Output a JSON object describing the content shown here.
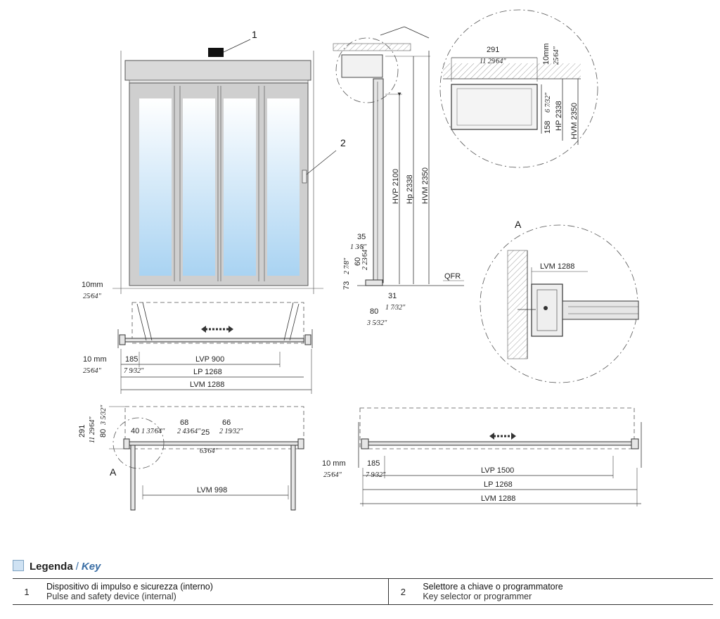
{
  "callouts": {
    "one": "1",
    "two": "2",
    "detail_a": "A"
  },
  "elevation": {
    "wall_gap": "10mm",
    "wall_gap_in": "25⁄64\""
  },
  "section": {
    "hvp": "HVP 2100",
    "hp": "Hp 2338",
    "hvm": "HVM 2350",
    "d35": "35",
    "d35_in": "1 3⁄8\"",
    "d60": "60",
    "d60_in": "2 23⁄64\"",
    "d73": "73",
    "d73_in": "2 7⁄8\"",
    "d31": "31",
    "d31_in": "1 7⁄32\"",
    "d80": "80",
    "d80_in": "3 5⁄32\"",
    "qfr": "QFR"
  },
  "detail_top": {
    "w291": "291",
    "w291_in": "11 29⁄64\"",
    "w10": "10mm",
    "w10_in": "25⁄64\"",
    "h158": "158",
    "h158_in": "6 7⁄32\"",
    "hp": "HP 2338",
    "hvm": "HVM 2350"
  },
  "detail_a": {
    "lvm": "LVM 1288"
  },
  "plan1": {
    "wall": "10 mm",
    "wall_in": "25⁄64\"",
    "d185": "185",
    "d185_in": "7 9⁄32\"",
    "lvp": "LVP 900",
    "lp": "LP 1268",
    "lvm": "LVM 1288"
  },
  "plan2": {
    "d291": "291",
    "d291_in": "11 29⁄64\"",
    "d80": "80",
    "d80_in": "3 5⁄32\"",
    "d40": "40",
    "d40_in": "1 37⁄64\"",
    "d68": "68",
    "d68_in": "2 43⁄64\"",
    "d25": "25",
    "d66": "66",
    "d66_in": "2 19⁄32\"",
    "d63_in": "63⁄64\"",
    "lvm": "LVM 998"
  },
  "plan3": {
    "wall": "10 mm",
    "wall_in": "25⁄64\"",
    "d185": "185",
    "d185_in": "7 9⁄32\"",
    "lvp": "LVP 1500",
    "lp": "LP 1268",
    "lvm": "LVM 1288"
  },
  "legend": {
    "title_it": "Legenda",
    "separator": "/",
    "title_en": "Key",
    "items": [
      {
        "num": "1",
        "it": "Dispositivo di impulso e sicurezza (interno)",
        "en": "Pulse and safety device (internal)"
      },
      {
        "num": "2",
        "it": "Selettore a chiave o programmatore",
        "en": "Key selector or programmer"
      }
    ]
  },
  "colors": {
    "glass_top": "#ffffff",
    "glass_bottom": "#a9d3f2",
    "frame": "#cfcfcf",
    "legend_box": "#cfe2f3",
    "key_accent": "#3a6ea5"
  }
}
